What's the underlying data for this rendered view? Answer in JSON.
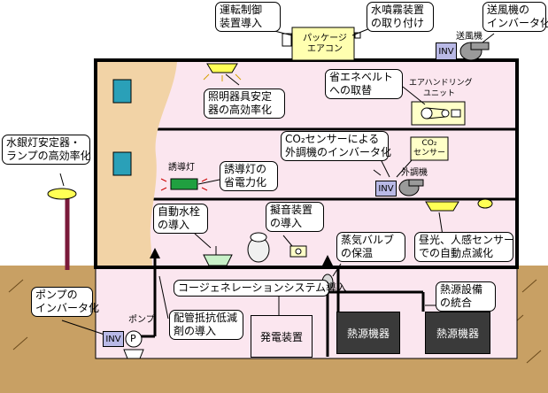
{
  "colors": {
    "ground": "#c8a064",
    "floor_fill": "#fbe6ef",
    "wall": "#f2d3a6",
    "window": "#2aa0b8",
    "inverter": "#b9b9e6",
    "equipment": "#3a3a3a",
    "emergency_light": "#20a040",
    "lamp": "#ffff55"
  },
  "labels": {
    "operation_control": "運転制御\n装置導入",
    "water_mist": "水噴霧装置\nの取り付け",
    "fan_inverter": "送風機の\nインバータ化",
    "lighting_ballast": "照明器具安定\n器の高効率化",
    "belt_replace": "省エネベルト\nへの取替",
    "co2_inverter": "CO₂センサーによる\n外調機のインバータ化",
    "mercury_lamp": "水銀灯安定器・\nランプの高効率化",
    "exit_light_power": "誘導灯の\n省電力化",
    "auto_faucet": "自動水栓\nの導入",
    "sound_device": "擬音装置\nの導入",
    "steam_valve": "蒸気バルブ\nの保温",
    "auto_lighting": "昼光、人感センサー\nでの自動点滅化",
    "pump_inverter": "ポンプの\nインバータ化",
    "cogeneration": "コージェネレーションシステム導入",
    "pipe_resistance": "配管抵抗低減\n剤の導入",
    "heat_source_integration": "熱源設備\nの統合"
  },
  "equipment": {
    "package_aircon": "パッケージ\nエアコン",
    "fan_name": "送風機",
    "inv_fan": "INV",
    "air_handling_unit": "エアハンドリング\nユニット",
    "exit_light": "誘導灯",
    "co2_sensor": "CO₂\nセンサー",
    "ac_unit": "外調機",
    "inv_ac": "INV",
    "pump_name": "ポンプ",
    "inv_pump": "INV",
    "pump_symbol": "P",
    "generator": "発電装置",
    "heat_source_1": "熱源機器",
    "heat_source_2": "熱源機器"
  }
}
